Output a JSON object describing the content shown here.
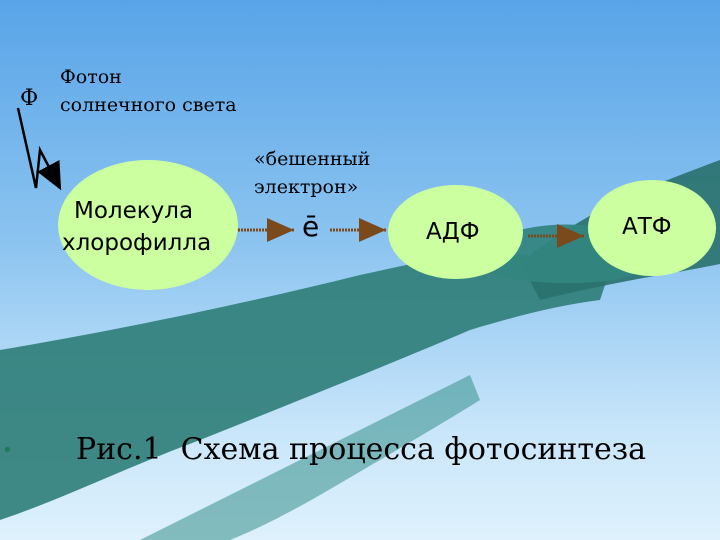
{
  "photon": {
    "symbol": "Ф",
    "label_line1": "Фотон",
    "label_line2": "солнечного света"
  },
  "chlorophyll": {
    "line1": "Молекула",
    "line2": "хлорофилла"
  },
  "electron": {
    "label_line1": "«бешенный",
    "label_line2": "электрон»",
    "symbol": "ē"
  },
  "adp": {
    "label": "АДФ"
  },
  "atp": {
    "label": "АТФ"
  },
  "caption": {
    "bullet": "•",
    "text": "Рис.1  Схема процесса фотосинтеза"
  },
  "colors": {
    "oval_fill": "#ccffa0",
    "arrow": "#7a4a1c",
    "hands": "#2e7d78",
    "bullet": "#1f7a5a"
  }
}
